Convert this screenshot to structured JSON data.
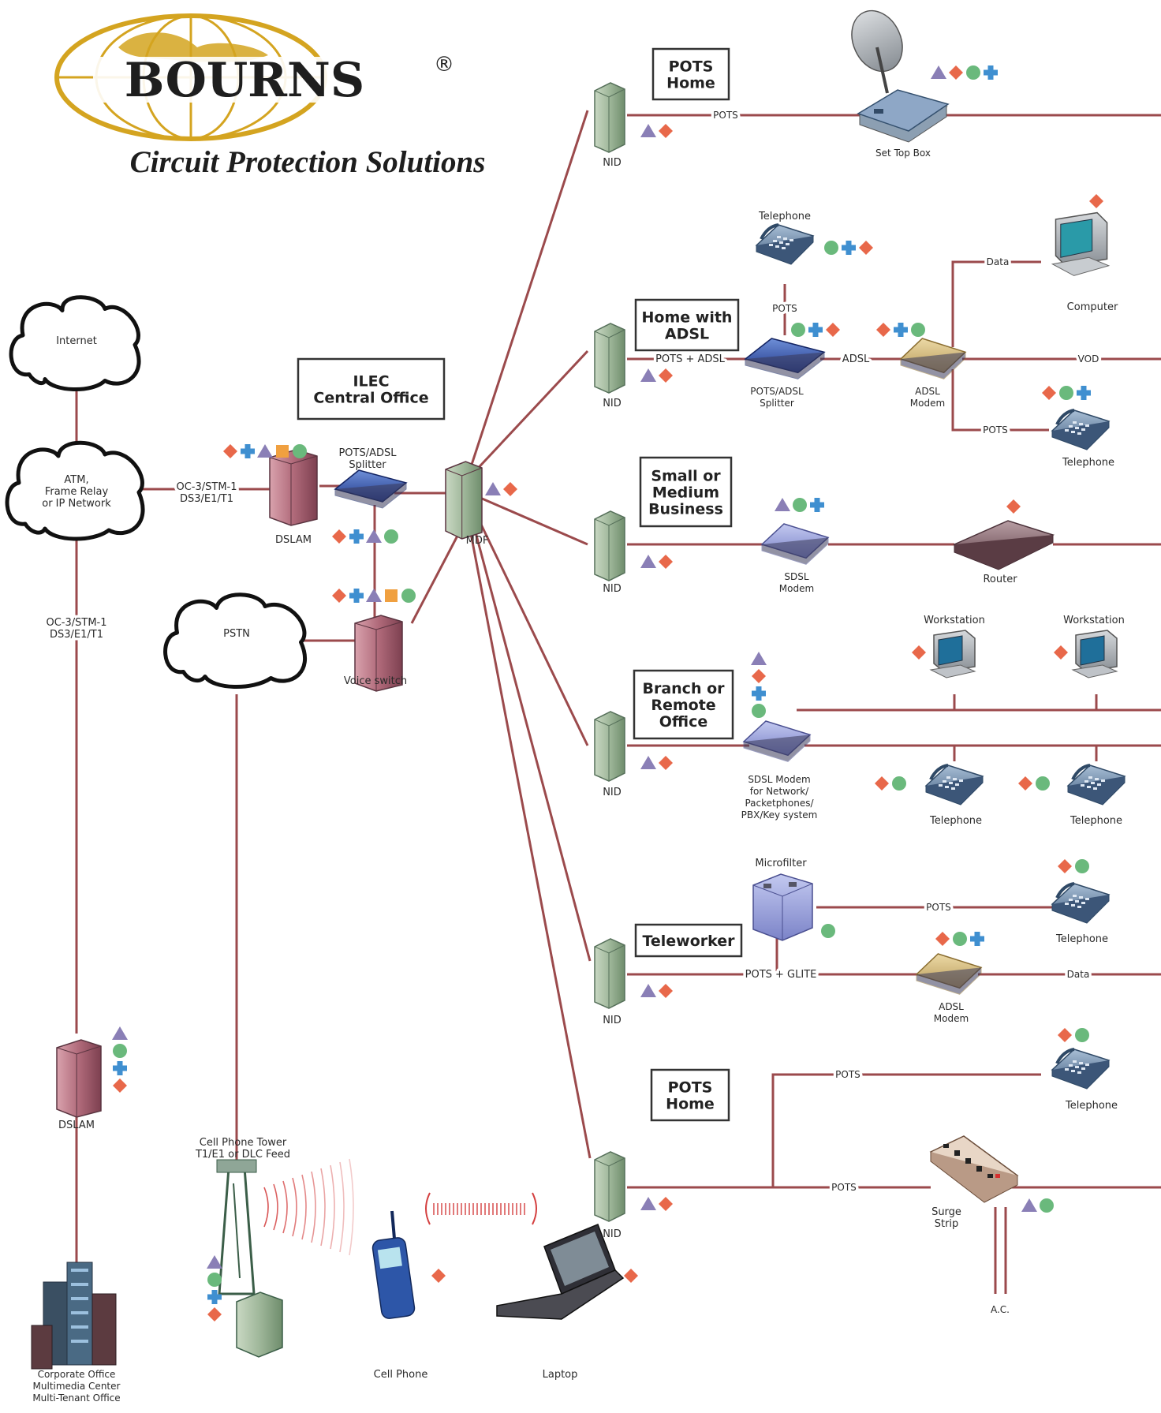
{
  "brand": {
    "name": "BOURNS",
    "registered": "®",
    "tagline": "Circuit Protection Solutions"
  },
  "legend_shapes": [
    "triangle-purple",
    "diamond-orange",
    "circle-green",
    "cross-blue",
    "square-orange"
  ],
  "colors": {
    "link": "#9b4a4c",
    "triangle": "#8a7fb6",
    "diamond": "#e8684a",
    "circle": "#6ab97c",
    "cross": "#3f8fd0",
    "square": "#f0a040",
    "brand_gold": "#d4a420",
    "brand_dark": "#1e1e1e"
  },
  "boxes": {
    "ilec": [
      "ILEC",
      "Central Office"
    ],
    "pots1": [
      "POTS",
      "Home"
    ],
    "adsl_home": [
      "Home with",
      "ADSL"
    ],
    "smb": [
      "Small or",
      "Medium",
      "Business"
    ],
    "branch": [
      "Branch or",
      "Remote",
      "Office"
    ],
    "teleworker": [
      "Teleworker"
    ],
    "pots2": [
      "POTS",
      "Home"
    ]
  },
  "clouds": {
    "internet": [
      "Internet"
    ],
    "atm": [
      "ATM,",
      "Frame Relay",
      "or IP Network"
    ],
    "pstn": [
      "PSTN"
    ]
  },
  "labels": {
    "oc3_top": [
      "OC-3/STM-1",
      "DS3/E1/T1"
    ],
    "oc3_left": [
      "OC-3/STM-1",
      "DS3/E1/T1"
    ],
    "dslam_co": [
      "DSLAM"
    ],
    "splitter_co": [
      "POTS/ADSL",
      "Splitter"
    ],
    "mdf": [
      "MDF"
    ],
    "voice_switch": [
      "Voice switch"
    ],
    "dslam_left": [
      "DSLAM"
    ],
    "corporate": [
      "Corporate Office",
      "Multimedia Center",
      "Multi-Tenant Office"
    ],
    "cell_tower": [
      "Cell Phone Tower",
      "T1/E1 or DLC Feed"
    ],
    "cell_phone": [
      "Cell Phone"
    ],
    "laptop": [
      "Laptop"
    ],
    "nid": "NID",
    "pots": "POTS",
    "set_top_box": [
      "Set Top Box"
    ],
    "telephone": "Telephone",
    "pots_adsl": "POTS + ADSL",
    "adsl": "ADSL",
    "pots_adsl_splitter": [
      "POTS/ADSL",
      "Splitter"
    ],
    "data": "Data",
    "computer": [
      "Computer"
    ],
    "vod": "VOD",
    "adsl_modem": [
      "ADSL",
      "Modem"
    ],
    "sdsl_modem": [
      "SDSL",
      "Modem"
    ],
    "router": [
      "Router"
    ],
    "workstation": "Workstation",
    "sdsl_branch": [
      "SDSL Modem",
      "for Network/",
      "Packetphones/",
      "PBX/Key system"
    ],
    "microfilter": [
      "Microfilter"
    ],
    "pots_glite": "POTS + GLITE",
    "surge_strip": [
      "Surge",
      "Strip"
    ],
    "ac": [
      "A.C."
    ]
  }
}
